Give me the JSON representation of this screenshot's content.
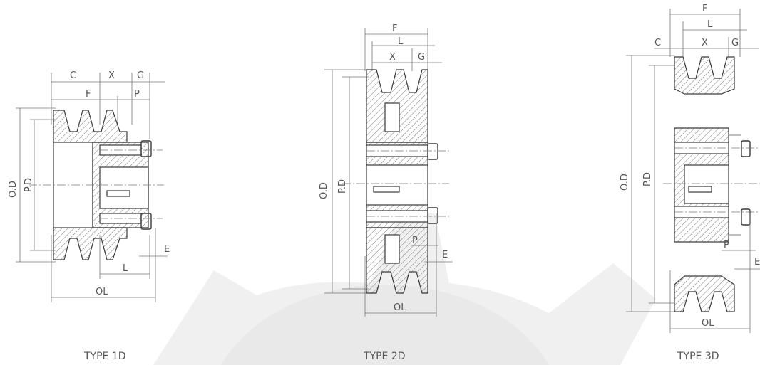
{
  "colors": {
    "line": "#3a3a3a",
    "dim": "#777777",
    "watermark": "#efefef"
  },
  "type1": {
    "caption": "TYPE 1D",
    "C": "C",
    "X": "X",
    "G": "G",
    "F": "F",
    "P": "P",
    "OD": "O.D",
    "PD": "P.D",
    "E": "E",
    "L": "L",
    "OL": "OL"
  },
  "type2": {
    "caption": "TYPE 2D",
    "F": "F",
    "L": "L",
    "X": "X",
    "G": "G",
    "OD": "O.D",
    "PD": "P.D",
    "P": "P",
    "E": "E",
    "OL": "OL"
  },
  "type3": {
    "caption": "TYPE 3D",
    "F": "F",
    "L": "L",
    "C": "C",
    "X": "X",
    "G": "G",
    "OD": "O.D",
    "PD": "P.D",
    "P": "P",
    "E": "E",
    "OL": "OL"
  }
}
